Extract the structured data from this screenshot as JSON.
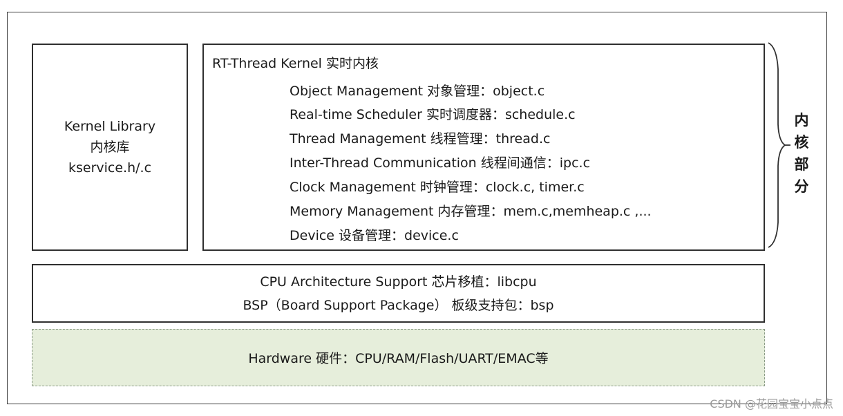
{
  "kernel_library": {
    "line1": "Kernel Library",
    "line2": "内核库",
    "line3": "kservice.h/.c"
  },
  "kernel": {
    "title": "RT-Thread Kernel 实时内核",
    "items": [
      "Object Management 对象管理：object.c",
      "Real-time Scheduler 实时调度器：schedule.c",
      "Thread Management 线程管理：thread.c",
      "Inter-Thread Communication 线程间通信：ipc.c",
      "Clock Management 时钟管理：clock.c, timer.c",
      "Memory  Management 内存管理：mem.c,memheap.c ,...",
      "Device 设备管理：device.c"
    ]
  },
  "side_label": [
    "内",
    "核",
    "部",
    "分"
  ],
  "cpu_support": {
    "line1": "CPU Architecture Support 芯片移植：libcpu",
    "line2": "BSP（Board Support Package） 板级支持包：bsp"
  },
  "hardware": "Hardware 硬件：CPU/RAM/Flash/UART/EMAC等",
  "watermark": "CSDN @花园宝宝小点点",
  "colors": {
    "hardware_fill": "#e6eedb",
    "border": "#2f2f2f"
  }
}
